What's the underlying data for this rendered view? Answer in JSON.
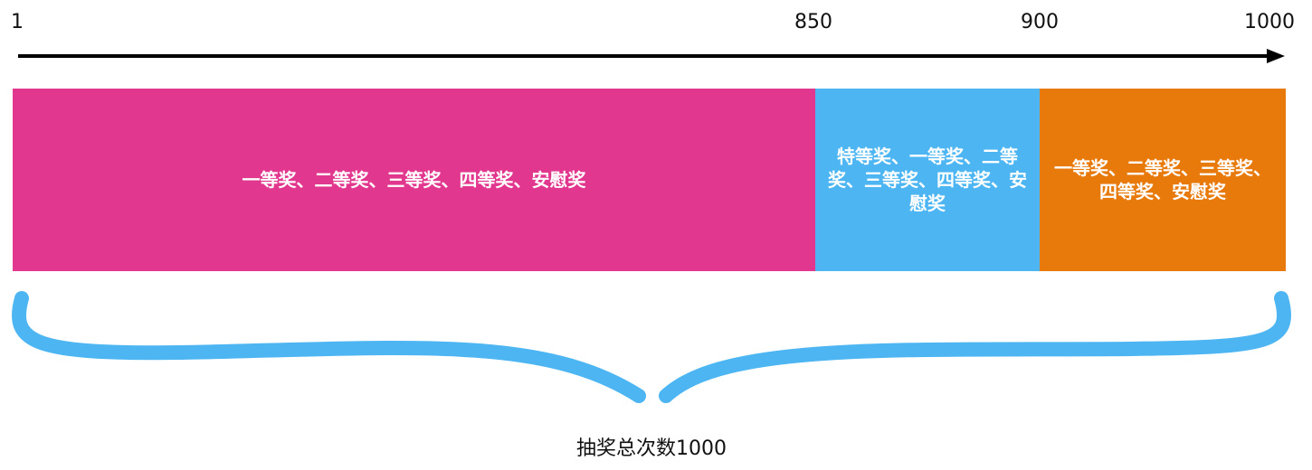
{
  "axis": {
    "ticks": [
      "1",
      "850",
      "900",
      "1000"
    ]
  },
  "segments": [
    {
      "label": "一等奖、二等奖、三等奖、四等奖、安慰奖",
      "color": "#E2378E"
    },
    {
      "label": "特等奖、一等奖、二等奖、三等奖、四等奖、安慰奖",
      "color": "#4DB6F2"
    },
    {
      "label": "一等奖、二等奖、三等奖、四等奖、安慰奖",
      "color": "#E87A0C"
    }
  ],
  "brace": {
    "color": "#4DB6F2"
  },
  "total_label": "抽奖总次数1000"
}
